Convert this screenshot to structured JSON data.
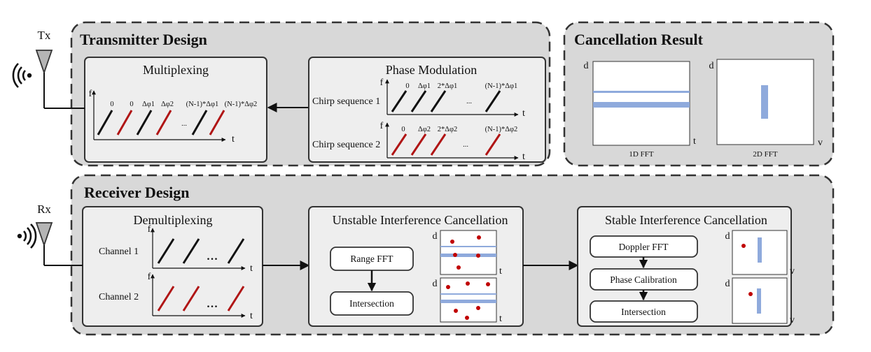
{
  "transmitter": {
    "title": "Transmitter Design",
    "antenna_label": "Tx",
    "multiplexing": {
      "title": "Multiplexing",
      "axis_f": "f",
      "axis_t": "t",
      "labels": [
        "0",
        "0",
        "Δφ1",
        "Δφ2",
        "...",
        "(N-1)*Δφ1",
        "(N-1)*Δφ2"
      ]
    },
    "phase_modulation": {
      "title": "Phase Modulation",
      "seq1_label": "Chirp sequence 1",
      "seq2_label": "Chirp sequence 2",
      "axis_f": "f",
      "axis_t": "t",
      "seq1_labels": [
        "0",
        "Δφ1",
        "2*Δφ1",
        "...",
        "(N-1)*Δφ1"
      ],
      "seq2_labels": [
        "0",
        "Δφ2",
        "2*Δφ2",
        "...",
        "(N-1)*Δφ2"
      ]
    }
  },
  "cancellation_result": {
    "title": "Cancellation Result",
    "fft1d": {
      "caption": "1D FFT",
      "axis_d": "d",
      "axis_t": "t"
    },
    "fft2d": {
      "caption": "2D FFT",
      "axis_d": "d",
      "axis_v": "v"
    }
  },
  "receiver": {
    "title": "Receiver Design",
    "antenna_label": "Rx",
    "demultiplexing": {
      "title": "Demultiplexing",
      "channel1": "Channel 1",
      "channel2": "Channel 2",
      "axis_f": "f",
      "axis_t": "t",
      "ellipsis": "..."
    },
    "unstable": {
      "title": "Unstable Interference Cancellation",
      "step1": "Range FFT",
      "step2": "Intersection",
      "axis_d": "d",
      "axis_t": "t"
    },
    "stable": {
      "title": "Stable Interference Cancellation",
      "step1": "Doppler FFT",
      "step2": "Phase Calibration",
      "step3": "Intersection",
      "axis_d": "d",
      "axis_v": "v"
    }
  },
  "colors": {
    "outer_fill": "#d8d8d8",
    "inner_fill": "#eeeeee",
    "black_chirp": "#111111",
    "red_chirp": "#b01515",
    "blue_band": "#8faadc",
    "red_dot": "#c00000"
  }
}
